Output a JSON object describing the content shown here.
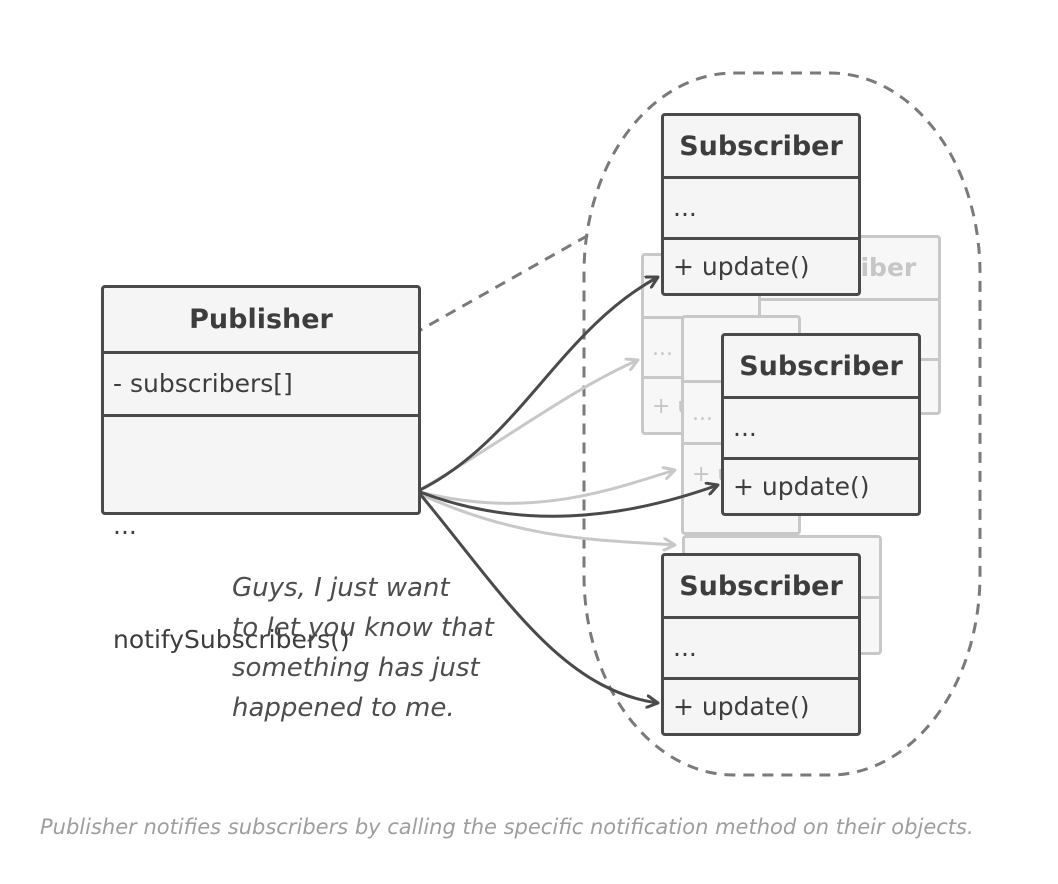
{
  "publisher": {
    "title": "Publisher",
    "field": "- subscribers[]",
    "ellipsis": "...",
    "method": "notifySubscribers()"
  },
  "subscriber": {
    "title": "Subscriber",
    "ellipsis": "...",
    "method": "+ update()"
  },
  "note": "Guys, I just want\nto let you know that\nsomething has just\nhappened to me.",
  "caption": "Publisher notifies subscribers by calling the specific notification method on their objects.",
  "colors": {
    "line": "#4a4a4a",
    "ghost": "#c8c8c8",
    "dashed": "#7a7a7a",
    "caption": "#9e9e9e"
  }
}
